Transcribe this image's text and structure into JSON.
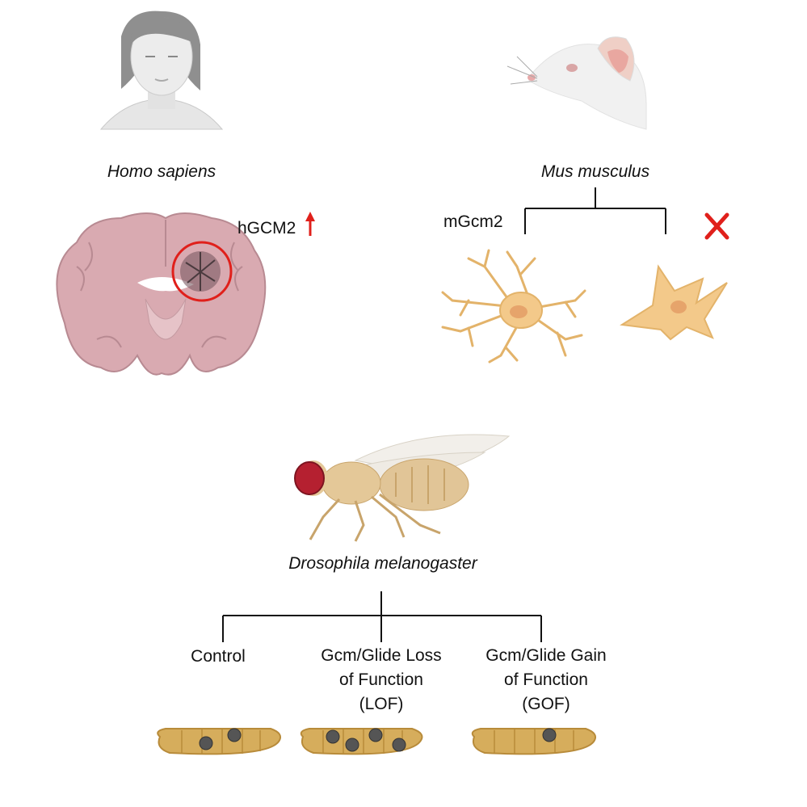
{
  "species": {
    "human": "Homo sapiens",
    "mouse": "Mus musculus",
    "fly": "Drosophila melanogaster"
  },
  "labels": {
    "human_gene": "hGCM2",
    "mouse_wt_gene": "mGcm2",
    "mouse_ko_gene": "mGcm2",
    "control": "Control",
    "lof_line1": "Gcm/Glide Loss",
    "lof_line2": "of Function",
    "lof_line3": "(LOF)",
    "gof_line1": "Gcm/Glide Gain",
    "gof_line2": "of Function",
    "gof_line3": "(GOF)"
  },
  "colors": {
    "accent_red": "#e0201b",
    "astrocyte": "#f3c98a",
    "brain": "#d9aab1",
    "larva": "#d6ad5c",
    "tree_line": "#111111"
  }
}
